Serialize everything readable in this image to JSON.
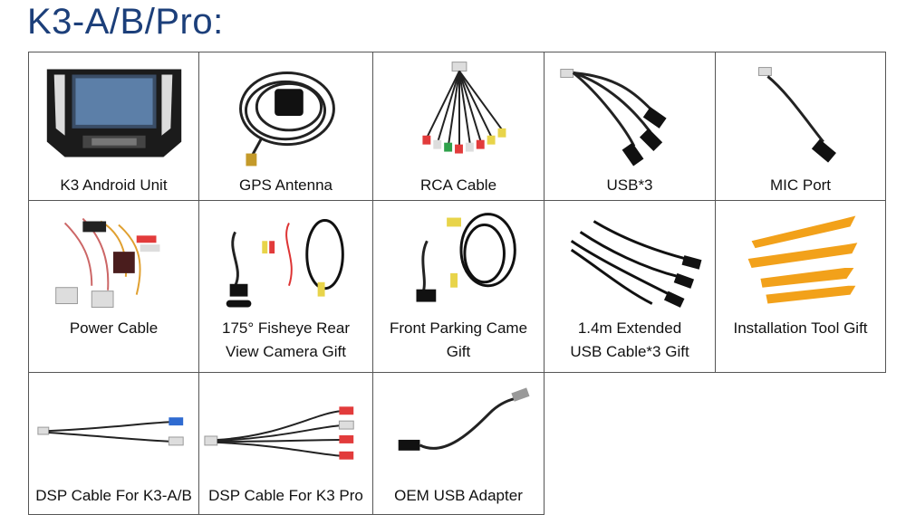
{
  "header": {
    "title": "K3-A/B/Pro:"
  },
  "items": [
    {
      "lines": [
        "K3 Android Unit"
      ]
    },
    {
      "lines": [
        "GPS Antenna"
      ]
    },
    {
      "lines": [
        "RCA Cable"
      ]
    },
    {
      "lines": [
        "USB*3"
      ]
    },
    {
      "lines": [
        "MIC Port"
      ]
    },
    {
      "lines": [
        "Power Cable"
      ]
    },
    {
      "lines": [
        "175° Fisheye Rear",
        "View Camera Gift"
      ]
    },
    {
      "lines": [
        "Front Parking Came",
        "Gift"
      ]
    },
    {
      "lines": [
        "1.4m Extended",
        "USB Cable*3 Gift"
      ]
    },
    {
      "lines": [
        "Installation Tool Gift"
      ]
    },
    {
      "lines": [
        "DSP Cable For K3-A/B"
      ]
    },
    {
      "lines": [
        "DSP Cable For K3 Pro"
      ]
    },
    {
      "lines": [
        "OEM USB Adapter"
      ]
    }
  ]
}
